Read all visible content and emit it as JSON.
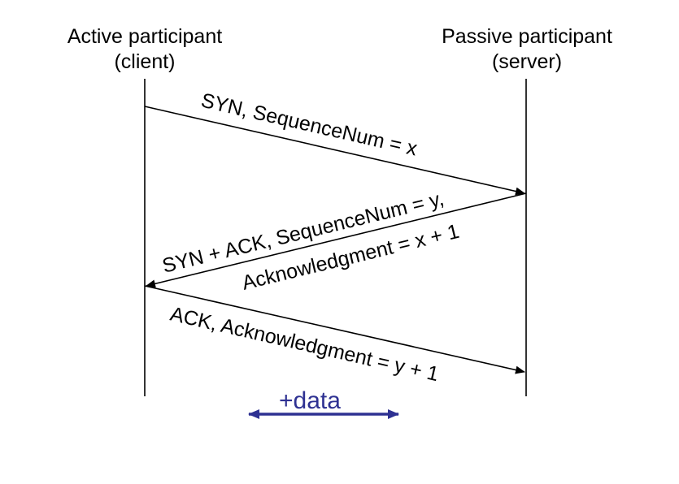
{
  "participants": {
    "active": {
      "line1": "Active participant",
      "line2": "(client)"
    },
    "passive": {
      "line1": "Passive participant",
      "line2": "(server)"
    }
  },
  "messages": [
    {
      "label": "SYN, SequenceNum = x"
    },
    {
      "label_line1": "SYN + ACK, SequenceNum = y,",
      "label_line2": "Acknowledgment = x + 1"
    },
    {
      "label": "ACK, Acknowledgment = y + 1"
    }
  ],
  "data_exchange": {
    "label": "+data",
    "color": "#2e3192"
  },
  "colors": {
    "lines": "#000000",
    "text": "#000000"
  }
}
